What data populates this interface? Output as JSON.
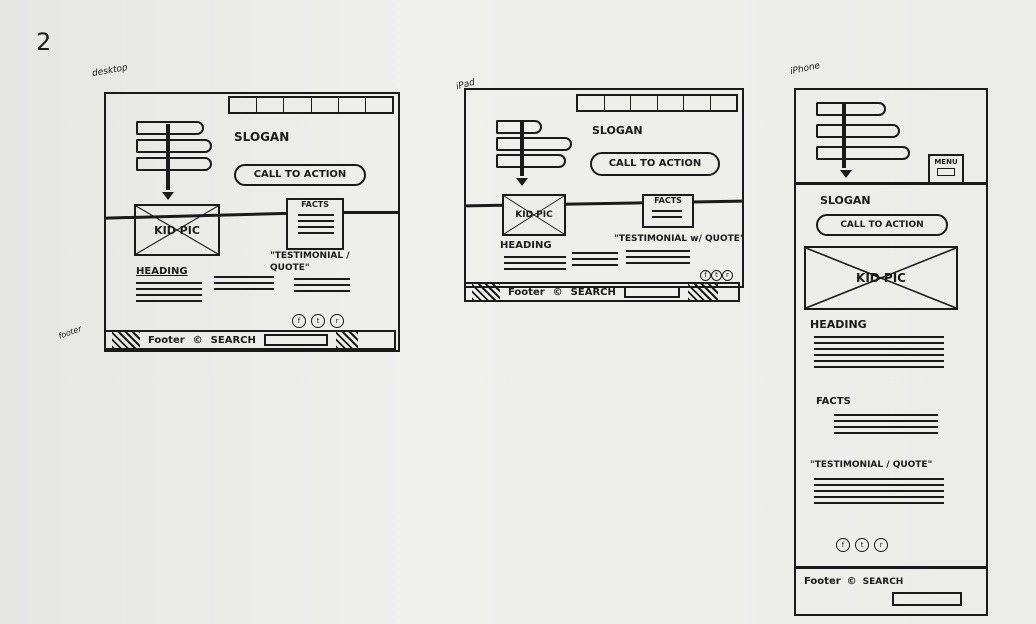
{
  "page": {
    "number": "2"
  },
  "labels": {
    "desktop": "desktop",
    "ipad": "iPad",
    "iphone": "iPhone",
    "footer_note": "footer"
  },
  "desktop": {
    "nav": [
      "",
      "",
      "",
      "",
      "",
      ""
    ],
    "signs": [
      "",
      "",
      ""
    ],
    "slogan": "SLOGAN",
    "cta": "CALL TO ACTION",
    "image": "KID PIC",
    "facts_title": "FACTS",
    "heading": "HEADING",
    "quote": "\"TESTIMONIAL / QUOTE\"",
    "footer": {
      "text": "Footer",
      "copyright": "©",
      "search": "SEARCH"
    }
  },
  "ipad": {
    "nav": [
      "",
      "",
      "",
      "",
      "",
      ""
    ],
    "slogan": "SLOGAN",
    "cta": "CALL TO ACTION",
    "image": "KID PIC",
    "facts_title": "FACTS",
    "heading": "HEADING",
    "quote": "\"TESTIMONIAL w/ QUOTE\"",
    "footer": {
      "text": "Footer",
      "copyright": "©",
      "search": "SEARCH"
    }
  },
  "iphone": {
    "signs": [
      "",
      "",
      ""
    ],
    "menu": "MENU",
    "slogan": "SLOGAN",
    "cta": "CALL TO ACTION",
    "image": "KID PIC",
    "heading": "HEADING",
    "facts": "FACTS",
    "quote": "\"TESTIMONIAL / QUOTE\"",
    "footer": {
      "text": "Footer",
      "copyright": "©",
      "search": "SEARCH"
    }
  }
}
